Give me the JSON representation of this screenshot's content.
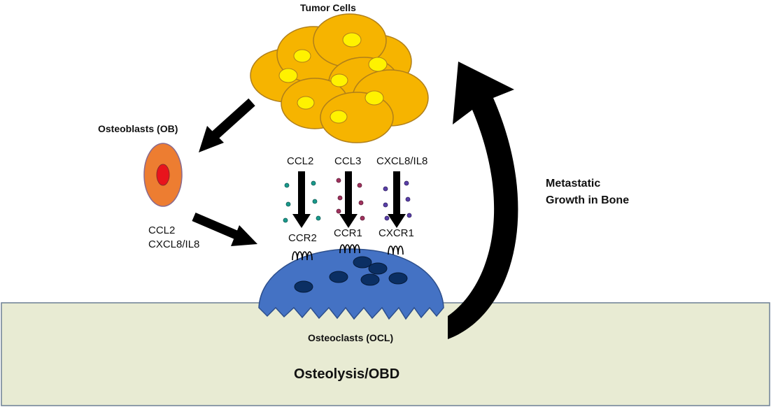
{
  "labels": {
    "tumor_cells": "Tumor Cells",
    "osteoblasts": "Osteoblasts (OB)",
    "ob_secreted_1": "CCL2",
    "ob_secreted_2": "CXCL8/IL8",
    "ligands": [
      "CCL2",
      "CCL3",
      "CXCL8/IL8"
    ],
    "receptors": [
      "CCR2",
      "CCR1",
      "CXCR1"
    ],
    "metastatic_1": "Metastatic",
    "metastatic_2": "Growth in Bone",
    "osteoclasts": "Osteoclasts (OCL)",
    "osteolysis": "Osteolysis/OBD"
  },
  "colors": {
    "bone": "#e8ebd3",
    "bone_border": "#6b7f94",
    "tumor_cell": "#f6b400",
    "tumor_border": "#b07f1a",
    "tumor_nucleus": "#fff200",
    "osteoblast": "#ed7d31",
    "osteoblast_nucleus": "#e8141c",
    "osteoclast": "#4472c4",
    "osteoclast_nucleus": "#0b2f63",
    "ccl2_dots": "#1a9a8c",
    "ccl3_dots": "#a0325e",
    "cxcl8_dots": "#5a3fa8",
    "arrow": "#000000"
  }
}
